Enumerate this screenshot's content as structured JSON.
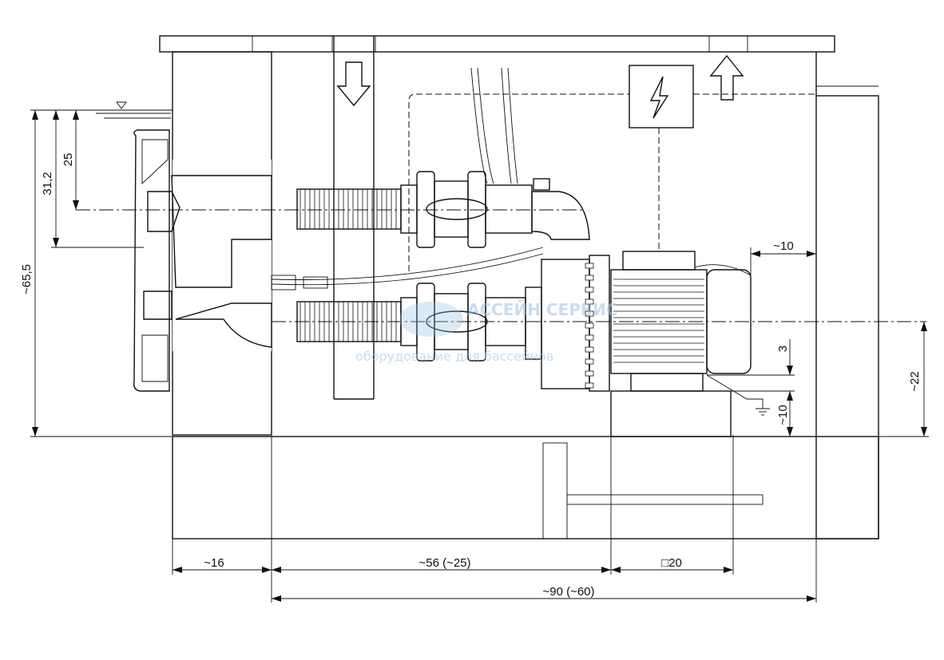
{
  "drawing": {
    "dimensions": {
      "water_level": "25",
      "lower_nozzle": "31,2",
      "total_height": "~65,5",
      "wall_thickness": "~16",
      "pipe_run": "~56 (~25)",
      "motor_base": "□20",
      "total_length": "~90 (~60)",
      "motor_clearance": "~10",
      "shaft_height": "~22",
      "base_gap": "3",
      "floor_gap": "~10"
    },
    "watermark": {
      "line1": "АССЕЙН СЕРВИС",
      "line2": "оборудование для бассейнов"
    },
    "icons": {
      "electrical_box": "lightning-icon",
      "down_arrow": "arrow-down-icon",
      "up_arrow": "arrow-up-icon",
      "ground": "ground-icon",
      "water_level": "water-level-icon"
    },
    "colors": {
      "line": "#111111",
      "watermark": "#9cc3e6"
    }
  }
}
